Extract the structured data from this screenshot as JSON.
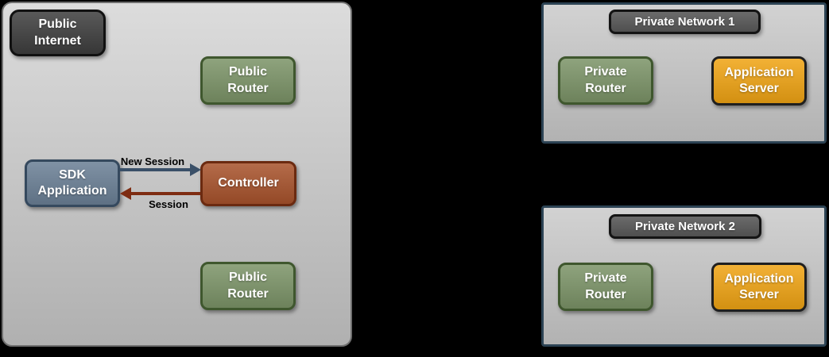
{
  "colors": {
    "canvas-bg": "#000000",
    "zone-border": "#6f6f6f",
    "zone-fill-top": "#dcdcdc",
    "zone-fill-bottom": "#b0b0b0",
    "pn-zone-border": "#2c4354",
    "pn-zone-fill-top": "#d2d2d2",
    "pn-zone-fill-bottom": "#b2b2b2",
    "dark-fill": "#3e3e3e",
    "dark-border": "#111111",
    "green-fill": "#7c9468",
    "green-border": "#3f572e",
    "blue-fill": "#6b8096",
    "blue-border": "#35495e",
    "rust-fill": "#a8532c",
    "rust-border": "#6b2a10",
    "orange-fill": "#f0a414",
    "orange-border": "#1f1f1f",
    "pn-label-fill": "#5a5a5a",
    "pn-label-border": "#141414",
    "arrow-blue": "#3a5068",
    "arrow-red": "#7e2c12",
    "arrow-label": "#000000",
    "node-text": "#ffffff"
  },
  "public_zone": {
    "title": "Public\nInternet",
    "public_router_top": "Public\nRouter",
    "sdk_application": "SDK\nApplication",
    "controller": "Controller",
    "public_router_bottom": "Public\nRouter",
    "arrows": {
      "new_session": "New Session",
      "session": "Session"
    }
  },
  "private_network_1": {
    "title": "Private Network 1",
    "private_router": "Private\nRouter",
    "application_server": "Application\nServer"
  },
  "private_network_2": {
    "title": "Private Network 2",
    "private_router": "Private\nRouter",
    "application_server": "Application\nServer"
  }
}
